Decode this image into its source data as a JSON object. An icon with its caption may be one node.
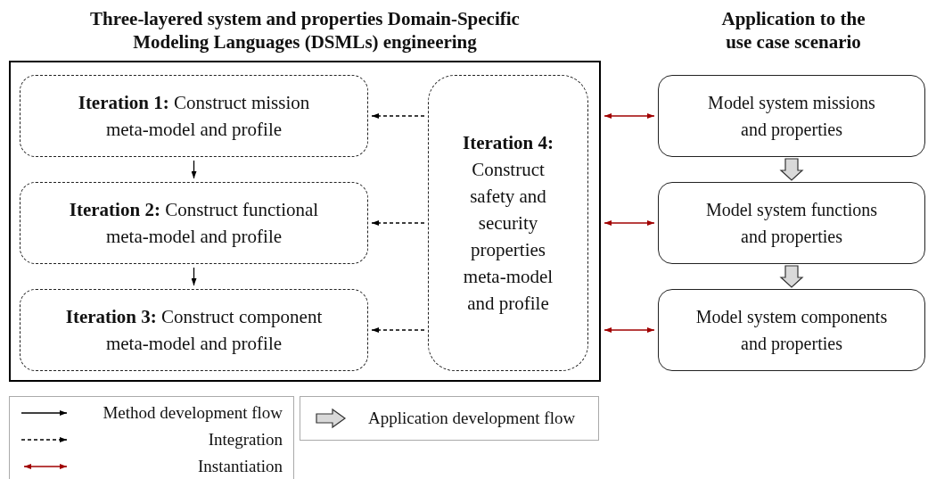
{
  "diagram": {
    "nodes": [
      {
        "text": [
          "Three-layered system and properties Domain-Specific Modeling Languages (DSMLs) engineering"
        ]
      },
      {
        "text": [
          "**Iteration 1:** Construct mission meta-model and profile"
        ],
        "in": 0
      },
      {
        "text": [
          "**Iteration 2:** Construct functional meta-model and profile"
        ],
        "in": 0
      },
      {
        "text": [
          "**Iteration 3:** Construct component meta-model and profile"
        ],
        "in": 0
      },
      {
        "text": [
          "Iteration 4:",
          "Construct safety and security properties meta-model and profile"
        ],
        "in": 0
      },
      {
        "text": [
          "Model system missions and properties"
        ]
      },
      {
        "text": [
          "Model system functions and properties"
        ]
      },
      {
        "text": [
          "Model system components and properties"
        ]
      }
    ],
    "edges": [
      {
        "from": 1,
        "to": 2,
        "arrow": "to"
      },
      {
        "from": 2,
        "to": 3,
        "arrow": "to"
      },
      {
        "from": 4,
        "to": 1,
        "arrow": "to",
        "style": "dashed"
      },
      {
        "from": 4,
        "to": 2,
        "arrow": "to",
        "style": "dashed"
      },
      {
        "from": 4,
        "to": 3,
        "arrow": "to",
        "style": "dashed"
      },
      {
        "from": 0,
        "to": 5,
        "arrow": "both",
        "color": "#a00000"
      },
      {
        "from": 0,
        "to": 6,
        "arrow": "both",
        "color": "#a00000"
      },
      {
        "from": 0,
        "to": 7,
        "arrow": "both",
        "color": "#a00000"
      },
      {
        "from": 5,
        "to": 6,
        "arrow": "to",
        "style": "thick"
      },
      {
        "from": 6,
        "to": 7,
        "arrow": "to",
        "style": "thick"
      }
    ],
    "labels": [
      "Application to the use case scenario"
    ],
    "legend": [
      {
        "text": "Method development flow"
      },
      {
        "text": "Integration"
      },
      {
        "text": "Instantiation"
      },
      {
        "text": "Application development flow"
      }
    ]
  }
}
